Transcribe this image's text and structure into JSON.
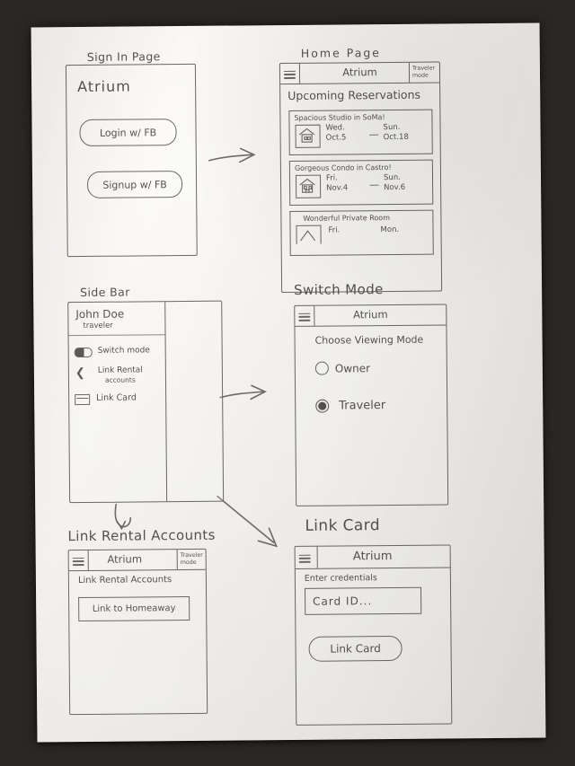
{
  "sheet": {
    "background_color": "#2b2724",
    "paper_color": "#f3f1ee",
    "pencil_color": "#5c5a57"
  },
  "app_name": "Atrium",
  "mode_badge": "Traveler mode",
  "sections": {
    "sign_in": {
      "caption": "Sign In Page",
      "brand": "Atrium",
      "login_button": "Login w/ FB",
      "signup_button": "Signup w/ FB"
    },
    "home": {
      "caption": "Home Page",
      "app_bar_title": "Atrium",
      "mode_badge": "Traveler mode",
      "heading": "Upcoming Reservations",
      "reservations": [
        {
          "title": "Spacious Studio in SoMa!",
          "start_day": "Wed.",
          "start_date": "Oct.5",
          "end_day": "Sun.",
          "end_date": "Oct.18",
          "separator": "—",
          "thumb_icon": "house-icon"
        },
        {
          "title": "Gorgeous Condo in Castro!",
          "start_day": "Fri.",
          "start_date": "Nov.4",
          "end_day": "Sun.",
          "end_date": "Nov.6",
          "separator": "—",
          "thumb_icon": "house-icon"
        },
        {
          "title": "Wonderful Private Room",
          "start_day": "Fri.",
          "start_date": "",
          "end_day": "Mon.",
          "end_date": "",
          "separator": "",
          "thumb_icon": "roof-icon"
        }
      ]
    },
    "side_bar": {
      "caption": "Side Bar",
      "user_name": "John Doe",
      "user_role": "traveler",
      "items": [
        {
          "label": "Switch mode",
          "icon": "toggle-icon"
        },
        {
          "label": "Link Rental",
          "label_second_line": "accounts",
          "icon": "share-icon"
        },
        {
          "label": "Link Card",
          "icon": "card-icon"
        }
      ]
    },
    "switch_mode": {
      "caption": "Switch Mode",
      "app_bar_title": "Atrium",
      "heading": "Choose Viewing Mode",
      "options": [
        {
          "label": "Owner",
          "selected": false
        },
        {
          "label": "Traveler",
          "selected": true
        }
      ]
    },
    "link_rental": {
      "caption": "Link Rental Accounts",
      "app_bar_title": "Atrium",
      "mode_badge": "Traveler mode",
      "heading": "Link Rental Accounts",
      "link_button": "Link to Homeaway"
    },
    "link_card": {
      "caption": "Link Card",
      "app_bar_title": "Atrium",
      "heading": "Enter credentials",
      "input_placeholder": "Card ID...",
      "submit_button": "Link Card"
    }
  },
  "arrows": [
    {
      "name": "sign-in-to-home"
    },
    {
      "name": "side-bar-to-switch-mode"
    },
    {
      "name": "side-bar-to-link-card"
    },
    {
      "name": "side-bar-to-link-rental"
    }
  ]
}
